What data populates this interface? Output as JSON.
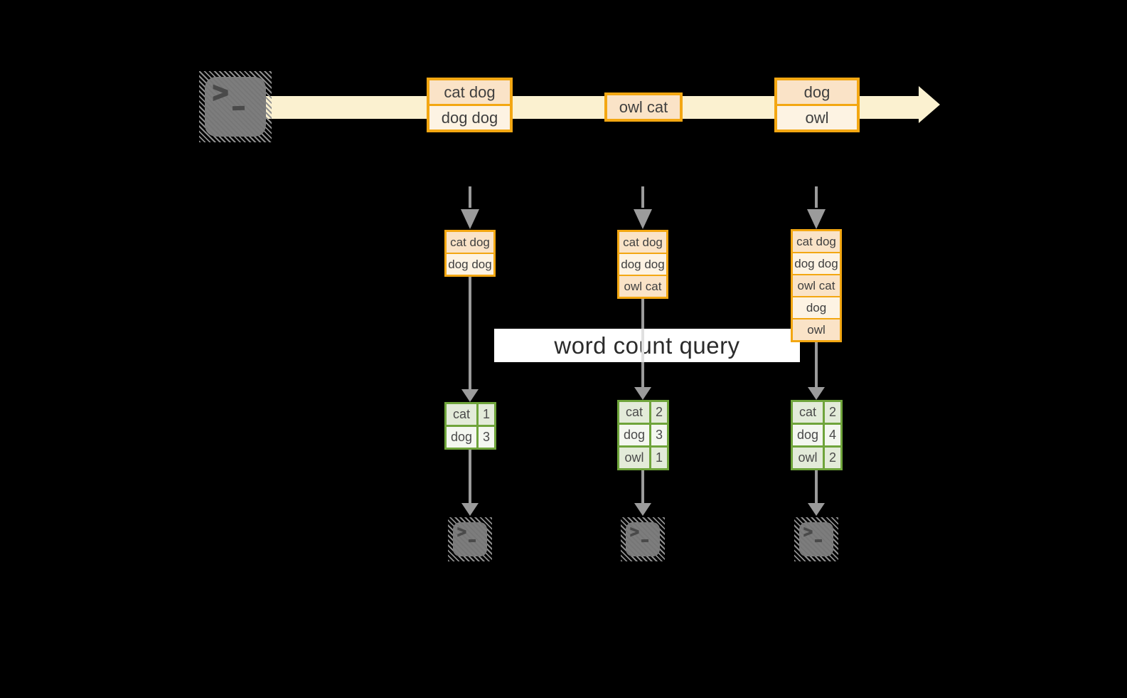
{
  "diagram": {
    "title_hint": "streaming word count",
    "banner": {
      "label": "word count query"
    },
    "source_terminal": {
      "icon": "terminal-icon",
      "prompt_glyph": ">",
      "cursor_glyph": "_"
    },
    "stream_events": [
      {
        "lines": [
          "cat dog",
          "dog dog"
        ]
      },
      {
        "lines": [
          "owl cat"
        ]
      },
      {
        "lines": [
          "dog",
          "owl"
        ]
      }
    ],
    "buffers": [
      {
        "items": [
          "cat dog",
          "dog dog"
        ]
      },
      {
        "items": [
          "cat dog",
          "dog dog",
          "owl cat"
        ]
      },
      {
        "items": [
          "cat dog",
          "dog dog",
          "owl cat",
          "dog",
          "owl"
        ]
      }
    ],
    "count_tables": [
      {
        "rows": [
          {
            "word": "cat",
            "count": "1"
          },
          {
            "word": "dog",
            "count": "3"
          }
        ]
      },
      {
        "rows": [
          {
            "word": "cat",
            "count": "2"
          },
          {
            "word": "dog",
            "count": "3"
          },
          {
            "word": "owl",
            "count": "1"
          }
        ]
      },
      {
        "rows": [
          {
            "word": "cat",
            "count": "2"
          },
          {
            "word": "dog",
            "count": "4"
          },
          {
            "word": "owl",
            "count": "2"
          }
        ]
      }
    ],
    "sink_terminals": [
      {
        "icon": "terminal-icon",
        "prompt_glyph": ">",
        "cursor_glyph": "_"
      },
      {
        "icon": "terminal-icon",
        "prompt_glyph": ">",
        "cursor_glyph": "_"
      },
      {
        "icon": "terminal-icon",
        "prompt_glyph": ">",
        "cursor_glyph": "_"
      }
    ],
    "colors": {
      "background": "#000000",
      "stream_band": "#FBF1D0",
      "event_border": "#F3A712",
      "event_fill_a": "#FAE3C7",
      "event_fill_b": "#FDF3E3",
      "table_border": "#6FA43B",
      "table_fill_a": "#E3EBD9",
      "table_fill_b": "#F4F7F0",
      "connector_gray": "#9B9B9B",
      "terminal_gray": "#7D7D7D",
      "banner_bg": "#FFFFFF",
      "text_dark": "#3F3F3F"
    }
  }
}
